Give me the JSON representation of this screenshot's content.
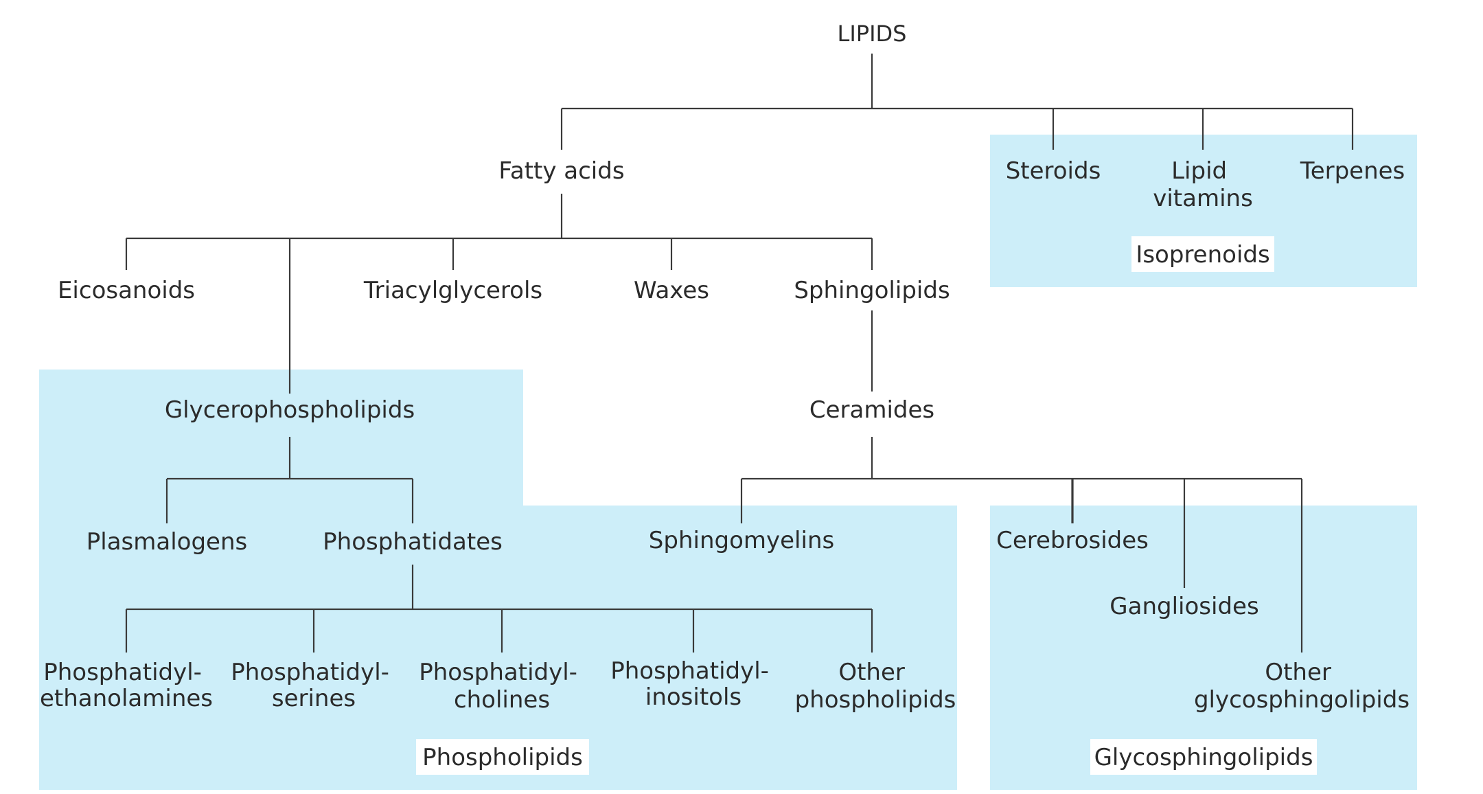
{
  "title": "LIPIDS",
  "nodes": {
    "fatty_acids": "Fatty acids",
    "steroids": "Steroids",
    "lipid_vitamins": [
      "Lipid",
      "vitamins"
    ],
    "terpenes": "Terpenes",
    "eicosanoids": "Eicosanoids",
    "triacylglycerols": "Triacylglycerols",
    "waxes": "Waxes",
    "sphingolipids": "Sphingolipids",
    "glycerophospholipids": "Glycerophospholipids",
    "ceramides": "Ceramides",
    "plasmalogens": "Plasmalogens",
    "phosphatidates": "Phosphatidates",
    "sphingomyelins": "Sphingomyelins",
    "cerebrosides": "Cerebrosides",
    "gangliosides": "Gangliosides",
    "other_glycosphingolipids": [
      "Other",
      "glycosphingolipids"
    ],
    "phosphatidylethanolamines": [
      "Phosphatidyl-",
      "ethanolamines"
    ],
    "phosphatidylserines": [
      "Phosphatidyl-",
      "serines"
    ],
    "phosphatidylcholines": [
      "Phosphatidyl-",
      "cholines"
    ],
    "phosphatidylinositols": [
      "Phosphatidyl-",
      "inositols"
    ],
    "other_phospholipids": [
      "Other",
      "phospholipids"
    ]
  },
  "groups": {
    "isoprenoids": "Isoprenoids",
    "phospholipids": "Phospholipids",
    "glycosphingolipids": "Glycosphingolipids"
  },
  "colors": {
    "group_fill": "#cdeef9",
    "line": "#3a3a3a",
    "text": "#2b2b2b"
  }
}
